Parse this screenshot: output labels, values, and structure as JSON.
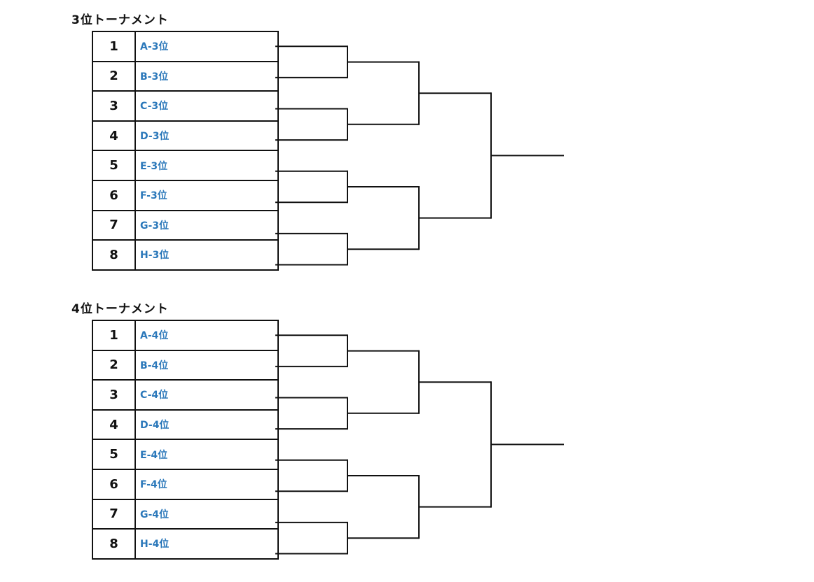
{
  "tournaments": [
    {
      "title": "3位トーナメント",
      "entries": [
        {
          "seed": "1",
          "team": "A-3位"
        },
        {
          "seed": "2",
          "team": "B-3位"
        },
        {
          "seed": "3",
          "team": "C-3位"
        },
        {
          "seed": "4",
          "team": "D-3位"
        },
        {
          "seed": "5",
          "team": "E-3位"
        },
        {
          "seed": "6",
          "team": "F-3位"
        },
        {
          "seed": "7",
          "team": "G-3位"
        },
        {
          "seed": "8",
          "team": "H-3位"
        }
      ]
    },
    {
      "title": "4位トーナメント",
      "entries": [
        {
          "seed": "1",
          "team": "A-4位"
        },
        {
          "seed": "2",
          "team": "B-4位"
        },
        {
          "seed": "3",
          "team": "C-4位"
        },
        {
          "seed": "4",
          "team": "D-4位"
        },
        {
          "seed": "5",
          "team": "E-4位"
        },
        {
          "seed": "6",
          "team": "F-4位"
        },
        {
          "seed": "7",
          "team": "G-4位"
        },
        {
          "seed": "8",
          "team": "H-4位"
        }
      ]
    }
  ],
  "colors": {
    "team_text": "#2b78ba",
    "line": "#111111"
  }
}
